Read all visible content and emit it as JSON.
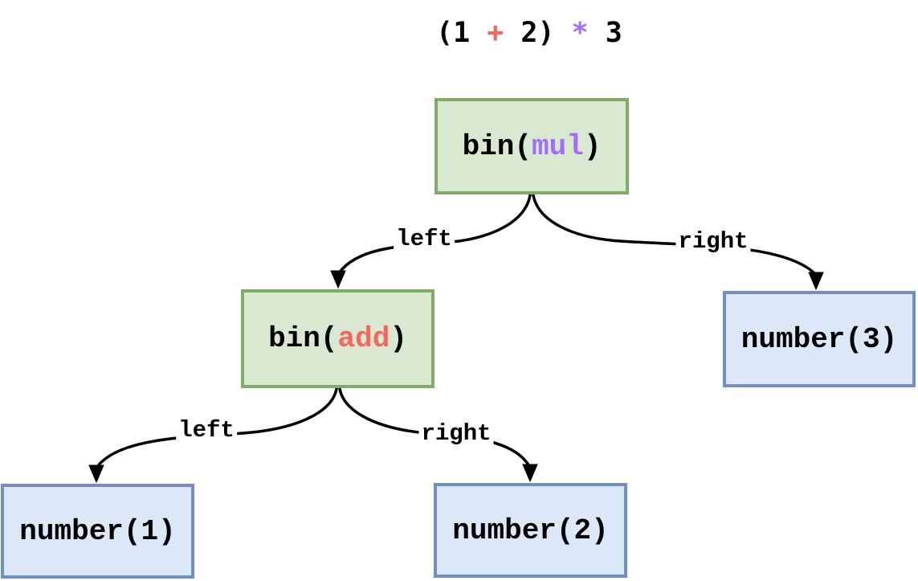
{
  "colors": {
    "operator_add": "#f4665e",
    "operator_mul": "#a16ef5",
    "green_node_fill": "#d8e8d1",
    "green_node_border": "#81ab68",
    "blue_node_fill": "#dce7f7",
    "blue_node_border": "#7090c2",
    "edge_stroke": "#000000",
    "text": "#000000"
  },
  "title": {
    "full_text": "(1 + 2) * 3",
    "parts": {
      "open": "(1 ",
      "plus": "+",
      "mid": " 2) ",
      "star": "*",
      "close": " 3"
    }
  },
  "nodes": {
    "bin_mul": {
      "pre": "bin(",
      "op": "mul",
      "post": ")"
    },
    "bin_add": {
      "pre": "bin(",
      "op": "add",
      "post": ")"
    },
    "number_1": {
      "label": "number(1)"
    },
    "number_2": {
      "label": "number(2)"
    },
    "number_3": {
      "label": "number(3)"
    }
  },
  "edges": {
    "root_left": {
      "label": "left"
    },
    "root_right": {
      "label": "right"
    },
    "add_left": {
      "label": "left"
    },
    "add_right": {
      "label": "right"
    }
  }
}
